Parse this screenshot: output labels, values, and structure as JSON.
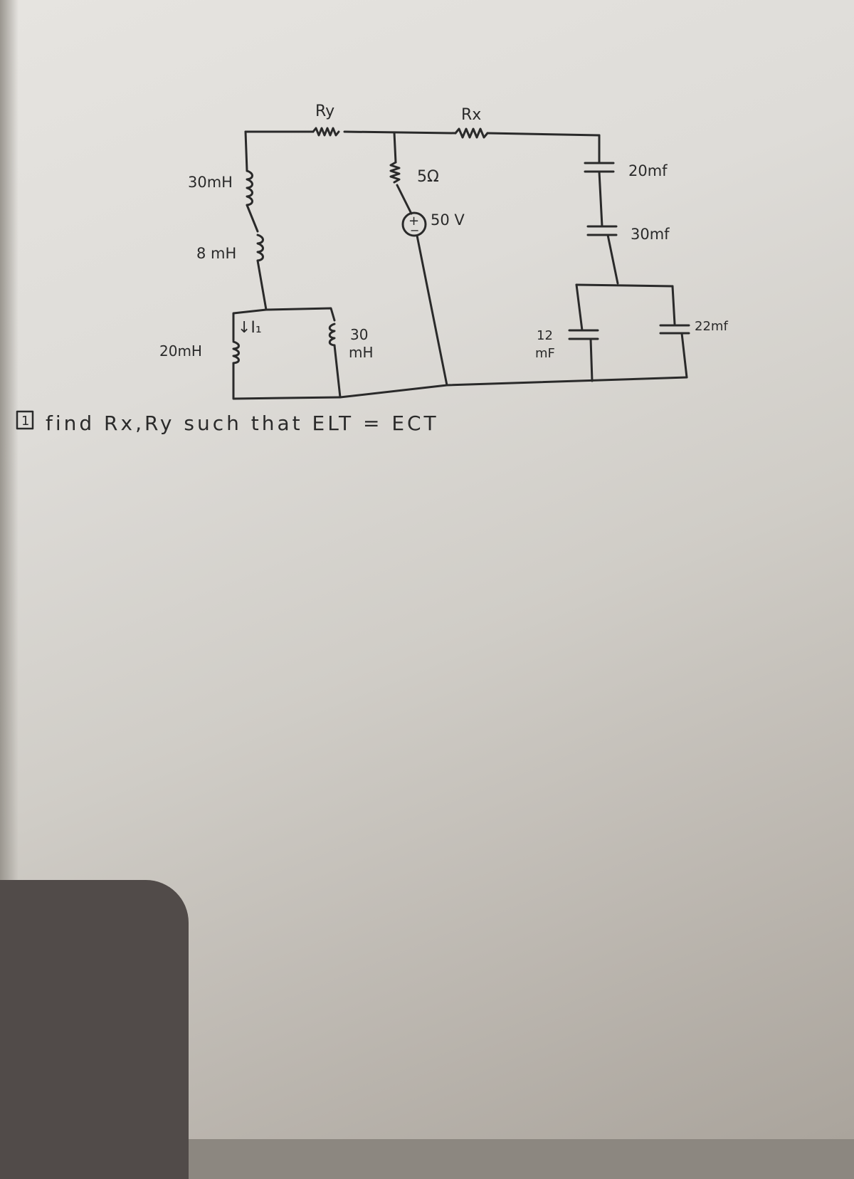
{
  "diagram": {
    "labels": {
      "ry": "Ry",
      "rx": "Rx",
      "r5": "5Ω",
      "v50": "50 V",
      "l30mh": "30mH",
      "l8mh": "8 mH",
      "l20mh": "20mH",
      "i1": "↓I₁",
      "l30_line1": "30",
      "l30_line2": "mH",
      "c20": "20mf",
      "c30": "30mf",
      "c12_line1": "12",
      "c12_line2": "mF",
      "c22": "22mf",
      "source_plus": "+",
      "source_minus": "−"
    },
    "question": {
      "number": "1",
      "text": "find Rx,Ry such that ELT = ECT"
    }
  },
  "colors": {
    "ink": "#2a2a2a",
    "paper": "#dedcd8",
    "shadow": "#514b49"
  }
}
